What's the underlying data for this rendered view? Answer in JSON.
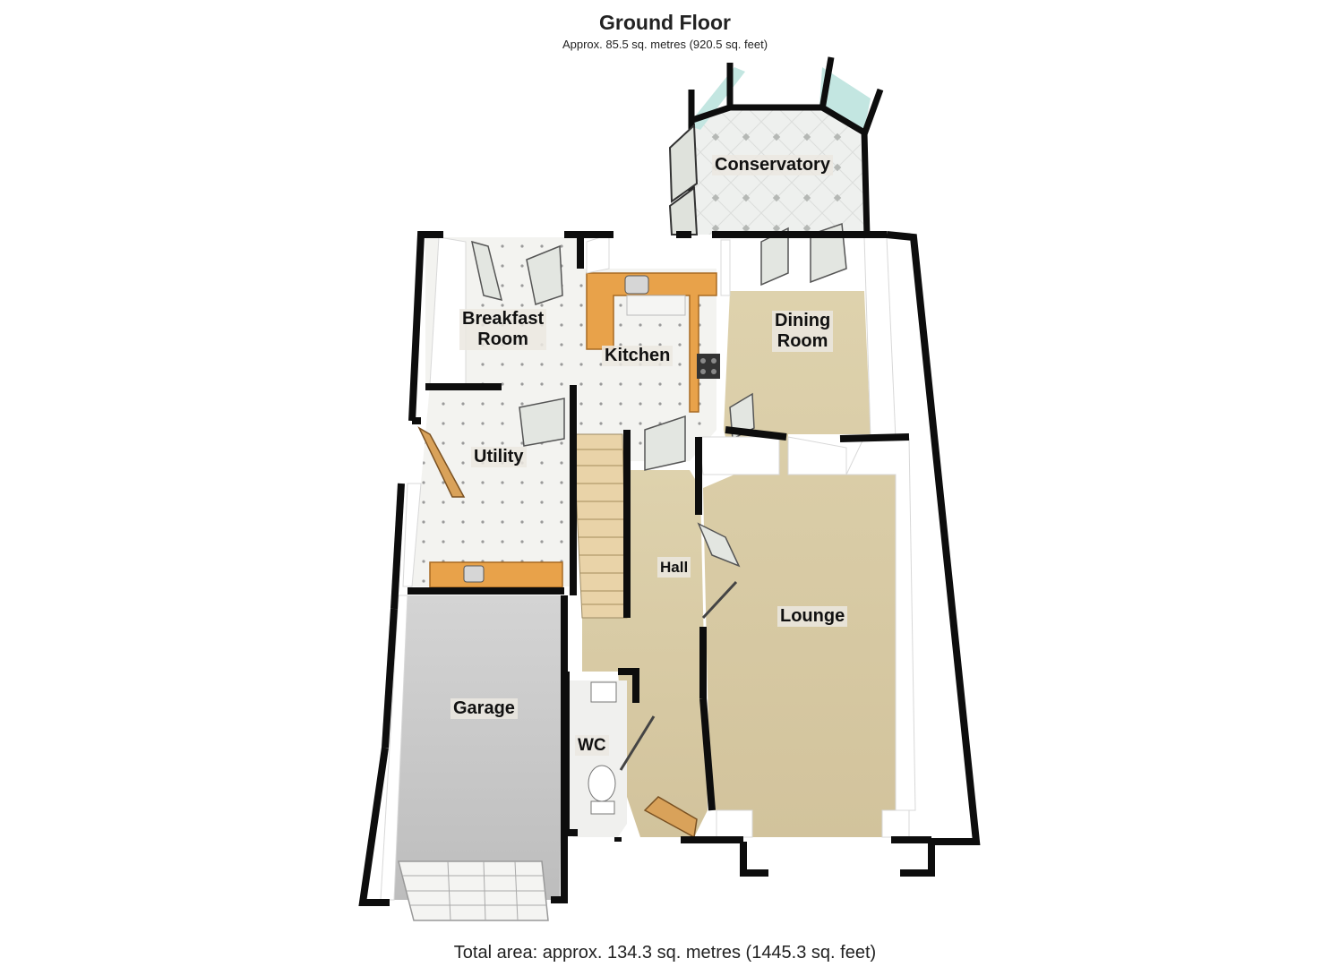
{
  "header": {
    "title": "Ground Floor",
    "subtitle": "Approx. 85.5 sq. metres (920.5 sq. feet)"
  },
  "rooms": {
    "conservatory": "Conservatory",
    "breakfast_room": "Breakfast\nRoom",
    "kitchen": "Kitchen",
    "dining_room": "Dining\nRoom",
    "utility": "Utility",
    "hall": "Hall",
    "lounge": "Lounge",
    "garage": "Garage",
    "wc": "WC"
  },
  "footer": {
    "total": "Total area: approx. 134.3 sq. metres (1445.3 sq. feet)"
  },
  "colors": {
    "wall": "#0d0d0d",
    "carpet": "#d8cba6",
    "tile": "#f1f1ee",
    "garage_floor": "#c9c9c9",
    "worktop": "#e8a24a",
    "door": "#dfe2dc"
  }
}
